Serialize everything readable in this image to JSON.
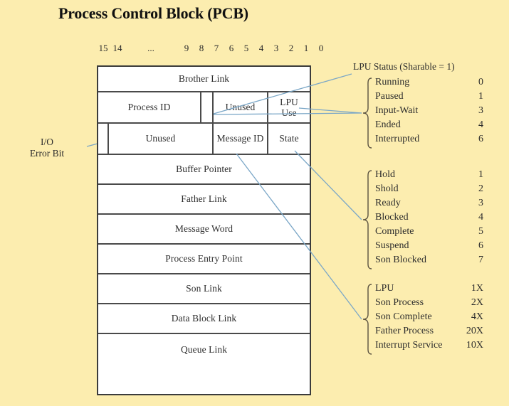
{
  "title": "Process Control Block (PCB)",
  "bit_ruler": {
    "labels": [
      "15",
      "14",
      "...",
      "9",
      "8",
      "7",
      "6",
      "5",
      "4",
      "3",
      "2",
      "1",
      "0"
    ]
  },
  "pcb_table": {
    "rows": [
      {
        "cells": [
          {
            "label": "Brother Link",
            "span": "full"
          }
        ]
      },
      {
        "cells": [
          {
            "label": "Process ID"
          },
          {
            "label": ""
          },
          {
            "label": "Unused"
          },
          {
            "label": "LPU\nUse"
          }
        ]
      },
      {
        "cells": [
          {
            "label": ""
          },
          {
            "label": "Unused"
          },
          {
            "label": "Message ID"
          },
          {
            "label": "State"
          }
        ]
      },
      {
        "cells": [
          {
            "label": "Buffer Pointer",
            "span": "full"
          }
        ]
      },
      {
        "cells": [
          {
            "label": "Father Link",
            "span": "full"
          }
        ]
      },
      {
        "cells": [
          {
            "label": "Message Word",
            "span": "full"
          }
        ]
      },
      {
        "cells": [
          {
            "label": "Process Entry Point",
            "span": "full"
          }
        ]
      },
      {
        "cells": [
          {
            "label": "Son Link",
            "span": "full"
          }
        ]
      },
      {
        "cells": [
          {
            "label": "Data Block Link",
            "span": "full"
          }
        ]
      },
      {
        "cells": [
          {
            "label": "Queue Link",
            "span": "full"
          }
        ]
      }
    ]
  },
  "annotations": {
    "io_error_bit_line1": "I/O",
    "io_error_bit_line2": "Error Bit"
  },
  "legend": {
    "heading": "LPU Status (Sharable = 1)",
    "groups": [
      {
        "name": "lpu-status",
        "entries": [
          {
            "label": "Running",
            "value": "0"
          },
          {
            "label": "Paused",
            "value": "1"
          },
          {
            "label": "Input-Wait",
            "value": "3"
          },
          {
            "label": "Ended",
            "value": "4"
          },
          {
            "label": "Interrupted",
            "value": "6"
          }
        ]
      },
      {
        "name": "state",
        "entries": [
          {
            "label": "Hold",
            "value": "1"
          },
          {
            "label": "Shold",
            "value": "2"
          },
          {
            "label": "Ready",
            "value": "3"
          },
          {
            "label": "Blocked",
            "value": "4"
          },
          {
            "label": "Complete",
            "value": "5"
          },
          {
            "label": "Suspend",
            "value": "6"
          },
          {
            "label": "Son Blocked",
            "value": "7"
          }
        ]
      },
      {
        "name": "message-id",
        "entries": [
          {
            "label": "LPU",
            "value": "1X"
          },
          {
            "label": "Son Process",
            "value": "2X"
          },
          {
            "label": "Son Complete",
            "value": "4X"
          },
          {
            "label": "Father Process",
            "value": "20X"
          },
          {
            "label": "Interrupt Service",
            "value": "10X"
          }
        ]
      }
    ]
  },
  "colors": {
    "background": "#fcedaf",
    "cell_fill": "#ffffff",
    "border": "#4a4a4a",
    "leader_line": "#7ba7c7",
    "text": "#2d2d2d"
  }
}
